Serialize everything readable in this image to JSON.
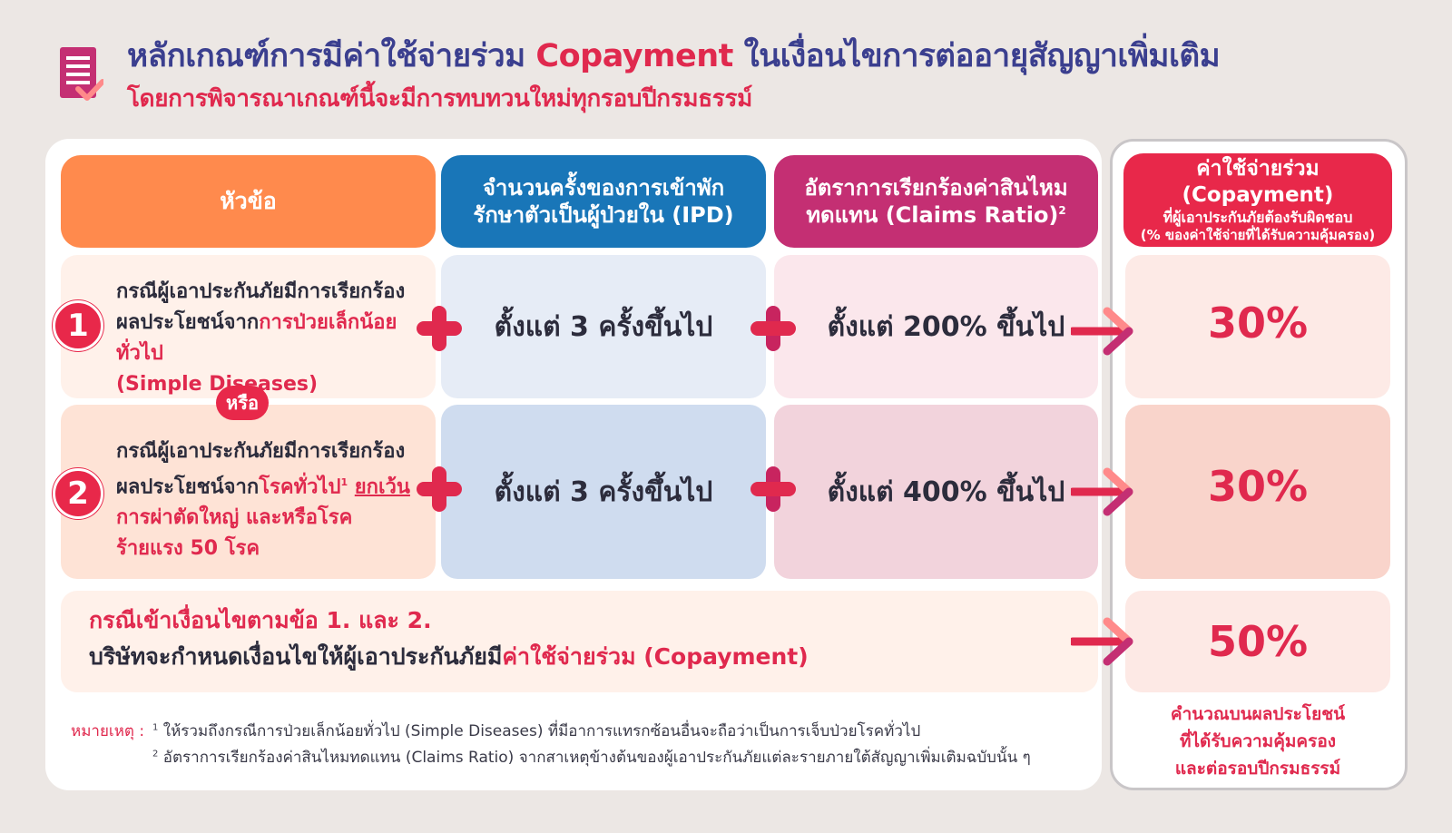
{
  "header": {
    "title_part1": "หลักเกณฑ์การมีค่าใช้จ่ายร่วม ",
    "title_accent": "Copayment",
    "title_part2": " ในเงื่อนไขการต่ออายุสัญญาเพิ่มเติม",
    "subtitle": "โดยการพิจารณาเกณฑ์นี้จะมีการทบทวนใหม่ทุกรอบปีกรมธรรม์"
  },
  "columns": {
    "topic": "หัวข้อ",
    "ipd_line1": "จำนวนครั้งของการเข้าพัก",
    "ipd_line2": "รักษาตัวเป็นผู้ป่วยใน (IPD)",
    "claims_line1": "อัตราการเรียกร้องค่าสินไหม",
    "claims_line2": "ทดแทน (Claims Ratio)",
    "claims_sup": "2",
    "copay_line1": "ค่าใช้จ่ายร่วม (Copayment)",
    "copay_line2": "ที่ผู้เอาประกันภัยต้องรับผิดชอบ",
    "copay_line3": "(% ของค่าใช้จ่ายที่ได้รับความคุ้มครอง)"
  },
  "rows": [
    {
      "number": "1",
      "line1": "กรณีผู้เอาประกันภัยมีการเรียกร้อง",
      "line2_plain": "ผลประโยชน์จาก",
      "line2_red": "การป่วยเล็กน้อยทั่วไป",
      "line3_red": "(Simple Diseases)",
      "ipd": "ตั้งแต่ 3 ครั้งขึ้นไป",
      "claims": "ตั้งแต่ 200% ขึ้นไป",
      "copay": "30%"
    },
    {
      "number": "2",
      "line1": "กรณีผู้เอาประกันภัยมีการเรียกร้อง",
      "line2_plain": "ผลประโยชน์จาก",
      "line2_red": "โรคทั่วไป",
      "line2_sup": "1",
      "line2_underline": "ยกเว้น",
      "line3_red": "การผ่าตัดใหญ่ และหรือโรค",
      "line4_red": "ร้ายแรง 50 โรค",
      "ipd": "ตั้งแต่ 3 ครั้งขึ้นไป",
      "claims": "ตั้งแต่ 400% ขึ้นไป",
      "copay": "30%"
    }
  ],
  "or_label": "หรือ",
  "bottom": {
    "line1": "กรณีเข้าเงื่อนไขตามข้อ 1. และ 2.",
    "line2_plain": "บริษัทจะกำหนดเงื่อนไขให้ผู้เอาประกันภัยมี",
    "line2_red": "ค่าใช้จ่ายร่วม (Copayment)",
    "copay": "50%"
  },
  "notes": {
    "label": "หมายเหตุ :",
    "n1_sup": "1",
    "n1": " ให้รวมถึงกรณีการป่วยเล็กน้อยทั่วไป (Simple Diseases) ที่มีอาการแทรกซ้อนอื่นจะถือว่าเป็นการเจ็บป่วยโรคทั่วไป",
    "n2_sup": "2",
    "n2": " อัตราการเรียกร้องค่าสินไหมทดแทน (Claims Ratio) จากสาเหตุข้างต้นของผู้เอาประกันภัยแต่ละรายภายใต้สัญญาเพิ่มเติมฉบับนั้น ๆ"
  },
  "copay_note": {
    "line1": "คำนวณบนผลประโยชน์",
    "line2": "ที่ได้รับความคุ้มครอง",
    "line3": "และต่อรอบปีกรมธรรม์"
  },
  "colors": {
    "title": "#3b3f8f",
    "accent_red": "#e0294e",
    "header_topic": "#ff8a4d",
    "header_ipd": "#1976b8",
    "header_claims": "#c42f73",
    "header_copay": "#e8284a"
  },
  "icons": [
    "document-check-icon",
    "plus-icon",
    "arrow-right-icon"
  ]
}
